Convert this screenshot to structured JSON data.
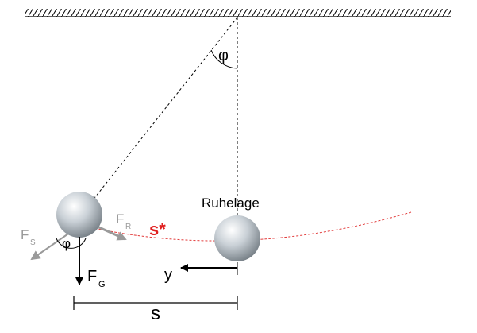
{
  "labels": {
    "angle_top": "φ",
    "angle_bottom": "φ",
    "rest_position": "Ruhelage",
    "arc_length": "s*",
    "force_restoring_main": "F",
    "force_restoring_sub": "R",
    "force_string_main": "F",
    "force_string_sub": "S",
    "force_gravity_main": "F",
    "force_gravity_sub": "G",
    "displacement_y": "y",
    "distance_s": "s"
  },
  "colors": {
    "line": "#000000",
    "gray_force": "#9a9a9a",
    "arc": "#e23a3a",
    "arc_label": "#e02020",
    "sphere_light": "#ffffff",
    "sphere_mid": "#c9d0d6",
    "sphere_dark": "#7c858c"
  }
}
